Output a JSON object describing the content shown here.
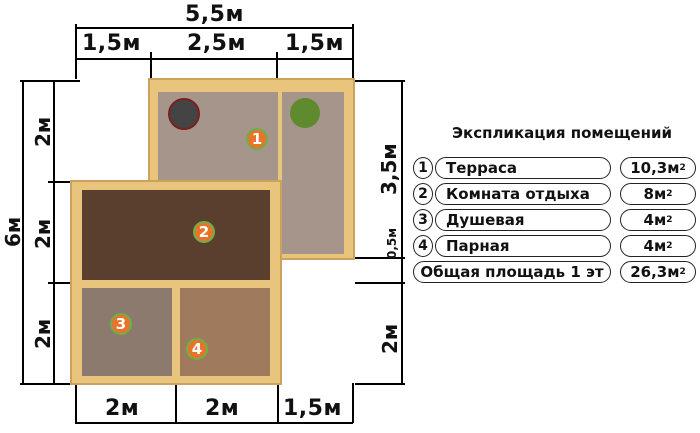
{
  "dimensions": {
    "top_total": "5,5м",
    "top_segments": [
      "1,5м",
      "2,5м",
      "1,5м"
    ],
    "bottom_segments": [
      "2м",
      "2м",
      "1,5м"
    ],
    "left_total": "6м",
    "left_segments": [
      "2м",
      "2м",
      "2м"
    ],
    "right_segments": [
      "3,5м",
      "0,5м",
      "2м"
    ]
  },
  "markers": [
    "1",
    "2",
    "3",
    "4"
  ],
  "legend": {
    "title": "Экспликация помещений",
    "rooms": [
      {
        "num": "1",
        "name": "Терраса",
        "area": "10,3м",
        "unit_sup": "2"
      },
      {
        "num": "2",
        "name": "Комната отдыха",
        "area": "8м",
        "unit_sup": "2"
      },
      {
        "num": "3",
        "name": "Душевая",
        "area": "4м",
        "unit_sup": "2"
      },
      {
        "num": "4",
        "name": "Парная",
        "area": "4м",
        "unit_sup": "2"
      }
    ],
    "total": {
      "name": "Общая площадь 1 эт",
      "area": "26,3м",
      "unit_sup": "2"
    }
  },
  "colors": {
    "marker_fill": "#e8742a",
    "marker_ring": "#6fae4a",
    "wood": "#e9c47c",
    "floor": "#5a3e2e"
  }
}
